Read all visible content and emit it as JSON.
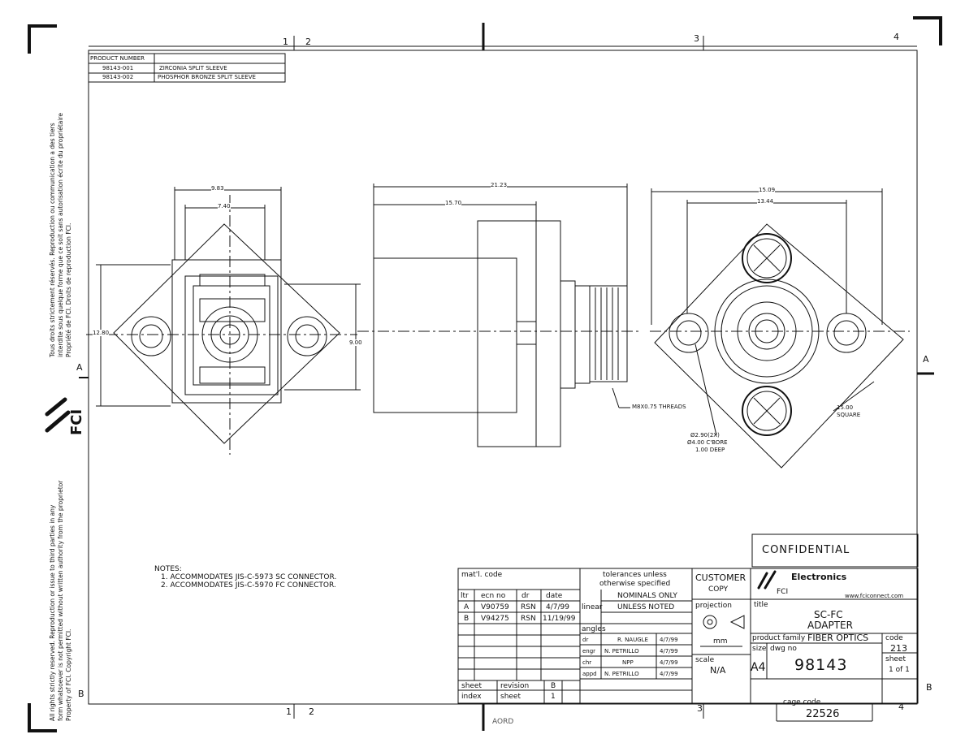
{
  "zones": {
    "top": [
      "1",
      "2",
      "3",
      "4"
    ],
    "bottom": [
      "1",
      "2",
      "3",
      "4"
    ],
    "left": [
      "A",
      "B"
    ],
    "right": [
      "A",
      "B"
    ]
  },
  "product_table": {
    "header": "PRODUCT NUMBER",
    "rows": [
      {
        "number": "98143-001",
        "description": "ZIRCONIA SPLIT SLEEVE"
      },
      {
        "number": "98143-002",
        "description": "PHOSPHOR BRONZE SPLIT SLEEVE"
      }
    ]
  },
  "margin_text": {
    "rights_fr": [
      "Tous droits strictement réservés. Reproduction ou communication a des tiers",
      "interdite sous quelque forme que ce soit sans autorisation écrite du propriétaire",
      "Propriété de FCI. Droits de reproduction FCI."
    ],
    "rights_en": [
      "All rights strictly reserved. Reproduction or issue to third parties in any",
      "form whatsoever is not permitted without written authority from the proprietor",
      "Property of FCI. Copyright FCI."
    ],
    "logo_text": "FCI"
  },
  "dimensions": {
    "front_outer": "9.83",
    "front_inner": "7.40",
    "front_height": "12.80",
    "front_mid": "9.00",
    "side_total": "21.23",
    "side_body": "15.70",
    "rear_outer": "15.09",
    "rear_inner": "13.44",
    "thread": "M8X0.75 THREADS",
    "square": [
      "15.00",
      "SQUARE"
    ],
    "hole_callout": [
      "Ø2.90(2X)",
      "Ø4.00 C'BORE",
      "1.00 DEEP"
    ]
  },
  "notes": {
    "title": "NOTES:",
    "items": [
      "1. ACCOMMODATES JIS-C-5973 SC CONNECTOR.",
      "2. ACCOMMODATES JIS-C-5970 FC CONNECTOR."
    ]
  },
  "revision_block": {
    "header": "mat'l. code",
    "columns": [
      "ltr",
      "ecn no",
      "dr",
      "date"
    ],
    "rows": [
      [
        "A",
        "V90759",
        "RSN",
        "4/7/99"
      ],
      [
        "B",
        "V94275",
        "RSN",
        "11/19/99"
      ]
    ]
  },
  "tolerances": {
    "header": [
      "tolerances unless",
      "otherwise specified"
    ],
    "nominals": "NOMINALS ONLY",
    "linear_label": "linear",
    "linear_value": "UNLESS NOTED",
    "angles_label": "angles"
  },
  "approvals": [
    {
      "role": "dr",
      "name": "R. NAUGLE",
      "date": "4/7/99"
    },
    {
      "role": "engr",
      "name": "N. PETRILLO",
      "date": "4/7/99"
    },
    {
      "role": "chr",
      "name": "NPP",
      "date": "4/7/99"
    },
    {
      "role": "appd",
      "name": "N. PETRILLO",
      "date": "4/7/99"
    }
  ],
  "sheet_index": {
    "sheet_label": "sheet",
    "revision_label": "revision",
    "revision_value": "B",
    "index_label": "index",
    "index_sheet_label": "sheet",
    "index_sheet_value": "1"
  },
  "customer": [
    "CUSTOMER",
    "COPY"
  ],
  "projection": {
    "label": "projection",
    "units": "mm",
    "scale_label": "scale",
    "scale_value": "N/A"
  },
  "company": {
    "name": "Electronics",
    "brand": "FCI",
    "website": "www.fciconnect.com"
  },
  "confidential": "CONFIDENTIAL",
  "title_block": {
    "title_label": "title",
    "title_lines": [
      "SC-FC",
      "ADAPTER"
    ],
    "family_label": "product family",
    "family_value": "FIBER OPTICS",
    "code_label": "code",
    "code_value": "213",
    "size_label": "size",
    "size_value": "A4",
    "dwg_label": "dwg no",
    "dwg_value": "98143",
    "sheet_label": "sheet",
    "sheet_value": "1 of 1",
    "cage_label": "cage code",
    "cage_value": "22526"
  },
  "bottom_stamp": "AORD"
}
